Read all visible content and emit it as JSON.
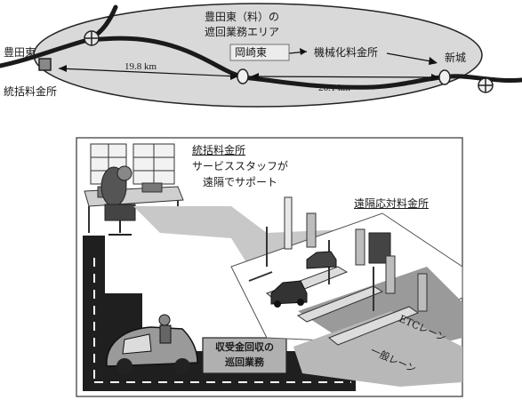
{
  "map": {
    "area_label_line1": "豊田東（料）の",
    "area_label_line2": "遮回業務エリア",
    "toyotahigashi": "豊田東",
    "toukatsu_tollgate": "統括料金所",
    "okazakihigashi": "岡崎東",
    "kikaika_tollgate": "機械化料金所",
    "shinshiro": "新城",
    "dist_1": "19.8 km",
    "dist_2": "26.1 km"
  },
  "scene": {
    "toukatsu_title": "統括料金所",
    "support_line1": "サービススタッフが",
    "support_line2": "遠隔でサポート",
    "remote_tollgate": "遠隔応対料金所",
    "patrol_line1": "収受金回収の",
    "patrol_line2": "巡回業務",
    "etc_lane": "ETCレーン",
    "general_lane": "一般レーン"
  },
  "colors": {
    "ellipse_fill": "#d9d9d9",
    "road": "#1a1a1a",
    "lane_box": "#9a9a9a",
    "label_box": "#b0b0b0"
  }
}
